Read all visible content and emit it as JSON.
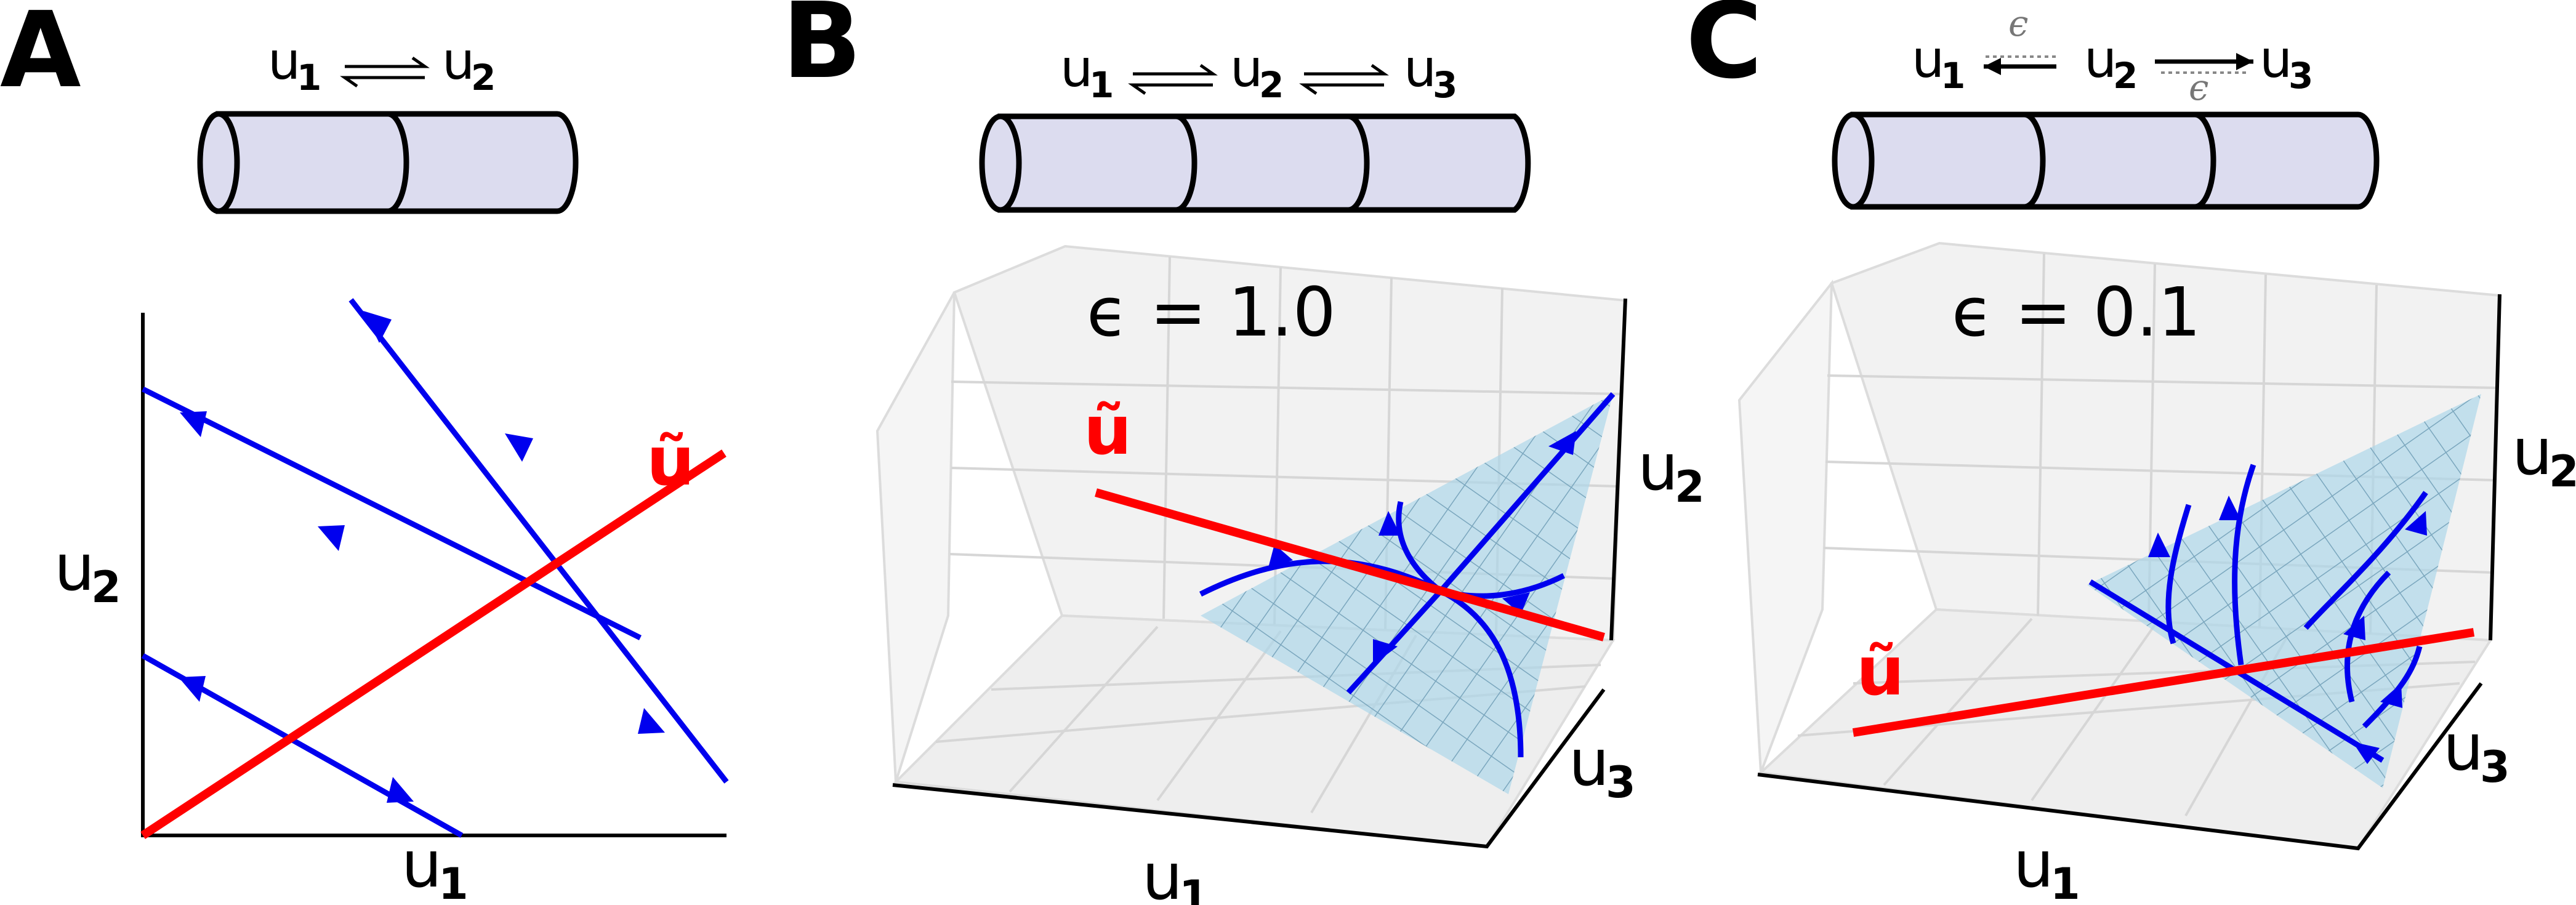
{
  "panels": [
    {
      "letter": "A",
      "reaction": {
        "species": [
          "u",
          "u"
        ],
        "subs": [
          "1",
          "2"
        ]
      },
      "axes": {
        "x": "u",
        "x_sub": "1",
        "y": "u",
        "y_sub": "2"
      },
      "manifold_label": "ũ",
      "segments": 2
    },
    {
      "letter": "B",
      "reaction": {
        "species": [
          "u",
          "u",
          "u"
        ],
        "subs": [
          "1",
          "2",
          "3"
        ]
      },
      "parameter": "ϵ = 1.0",
      "axes": {
        "x": "u",
        "x_sub": "1",
        "y": "u",
        "y_sub": "2",
        "z": "u",
        "z_sub": "3"
      },
      "manifold_label": "ũ",
      "segments": 3
    },
    {
      "letter": "C",
      "reaction": {
        "species": [
          "u",
          "u",
          "u"
        ],
        "subs": [
          "1",
          "2",
          "3"
        ],
        "rate_symbol": "ϵ"
      },
      "parameter": "ϵ = 0.1",
      "axes": {
        "x": "u",
        "x_sub": "1",
        "y": "u",
        "y_sub": "2",
        "z": "u",
        "z_sub": "3"
      },
      "manifold_label": "ũ",
      "segments": 3
    }
  ],
  "colors": {
    "trajectory": "#0000ee",
    "manifold": "#ff0000",
    "plane_fill": "#a9d6ea",
    "cylinder_fill": "#dcdcef",
    "pane": "#f0f0f0",
    "grid": "#d8d8d8"
  }
}
